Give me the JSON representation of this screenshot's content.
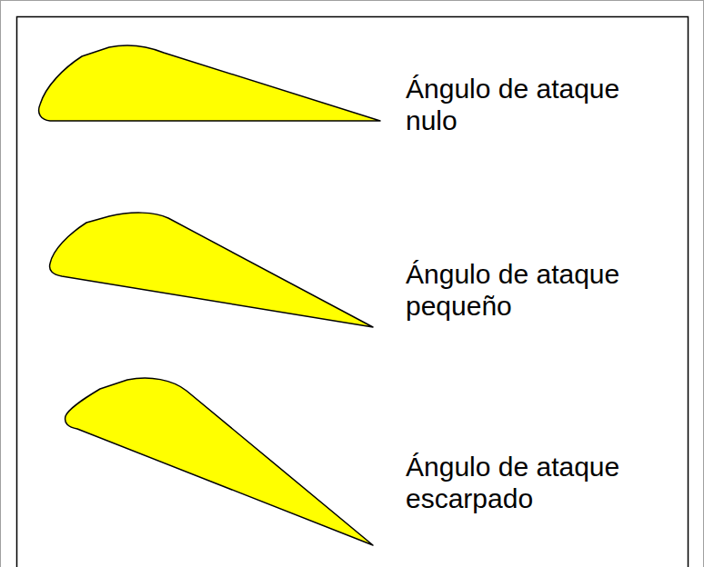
{
  "diagram": {
    "labels": [
      "Ángulo de ataque nulo",
      "Ángulo de ataque pequeño",
      "Ángulo de ataque escarpado"
    ]
  }
}
